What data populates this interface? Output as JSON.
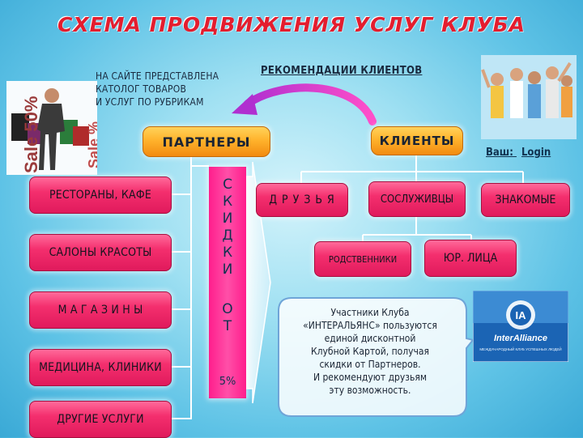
{
  "title": "СХЕМА ПРОДВИЖЕНИЯ УСЛУГ КЛУБА",
  "catalog_note": [
    "НА САЙТЕ ПРЕДСТАВЛЕНА",
    "КАТОЛОГ ТОВАРОВ",
    "И УСЛУГ ПО РУБРИКАМ"
  ],
  "recommendations": "РЕКОМЕНДАЦИИ КЛИЕНТОВ",
  "partners": {
    "header": "ПАРТНЕРЫ",
    "items": [
      "РЕСТОРАНЫ, КАФЕ",
      "САЛОНЫ КРАСОТЫ",
      "М А Г А З И Н Ы",
      "МЕДИЦИНА, КЛИНИКИ",
      "ДРУГИЕ УСЛУГИ"
    ]
  },
  "discount": {
    "letters": [
      "С",
      "К",
      "И",
      "Д",
      "К",
      "И"
    ],
    "from": [
      "О",
      "Т"
    ],
    "percent": "5%"
  },
  "clients": {
    "header": "КЛИЕНТЫ",
    "login_label": "Ваш:",
    "login_link": "Login",
    "friends": "Д Р У З Ь Я",
    "colleagues": "СОСЛУЖИВЦЫ",
    "acquaintances": "ЗНАКОМЫЕ",
    "relatives": "РОДСТВЕННИКИ",
    "legal_entities": "ЮР.  ЛИЦА"
  },
  "callout": [
    "Участники Клуба",
    "«ИНТЕРАЛЬЯНС» пользуются",
    "единой дисконтной",
    "Клубной Картой, получая",
    "скидки от Партнеров.",
    "И рекомендуют друзьям",
    "эту возможность."
  ],
  "photo_left": {
    "sale_text_1": "Sale 50%",
    "sale_text_2": "Sale %"
  },
  "logo_card": {
    "brand": "InterAlliance",
    "tagline": "МЕЖДУНАРОДНЫЙ КЛУБ УСПЕШНЫХ ЛЮДЕЙ"
  },
  "colors": {
    "title": "#e41d2e",
    "partner_box": "#f42f6e",
    "header_box": "#ffb32c",
    "discount_bar": "#ff1e8c",
    "arrow": "#e23bd6"
  }
}
